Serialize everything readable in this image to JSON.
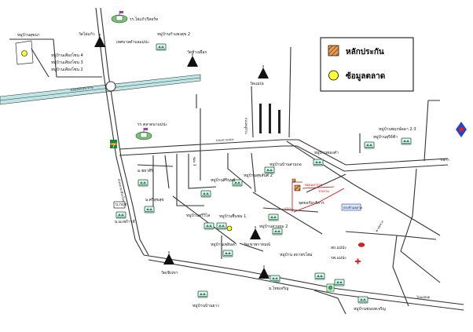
{
  "map": {
    "legend": {
      "item1_label": "หลักประกัน",
      "item2_label": "ซ้อมูลตลาด",
      "item1_color": "#c8641e",
      "item2_color": "#ffff33"
    },
    "canal_label": "คลองชลประทาน",
    "labels": {
      "school_top": "รร.ไผ่แก้วรีสอร์ท",
      "temple_top": "วัดไผ่แก้ว",
      "gov_office": "เทศบาลตำบลแม่ปะ",
      "village_top_right": "หมู่บ้านกำแพงสุข 2",
      "temple_right": "วัดช้างเผือก",
      "village_left_top": "หมู่บ้านสุขนา",
      "v_kiang_4": "หมู่บ้านเคียงโซน 4",
      "v_kiang_3": "หมู่บ้านเคียงโซน 3",
      "v_kiang_2": "หมู่บ้านเคียงโซน 2",
      "temple_mid": "วัดแม่ปะ",
      "school_mid": "รร.ตลาดนาแม่ปะ",
      "v_right_1": "หมู่บ้านพฤกษ์ลดา 2-3",
      "v_right_2": "หมู่บ้านสุรีย์ฟ้า",
      "v_center_1": "หมู่บ้านทองคำ",
      "v_center_2": "หมู่บ้านบ้านสวนกอ",
      "v_center_3": "หมู่บ้านสุขสันต์ 2",
      "v_center_4": "หมู่บ้านศิริบุษย์",
      "v_chayasiri": "ม.ชยาสิริ",
      "v_saensuk": "ม.ศรีสุขสุข",
      "v_ban_w": "บ.กฤช",
      "v_maphraw": "ม.มะพร้าวดี",
      "v_sriwilai": "หมู่บ้านศรีวิไล",
      "v_chuenchom": "หมู่บ้านชื่นชม 1",
      "v_suanyom": "หมู่บ้านสวนยม 2",
      "v_ploenta": "หมู่บ้านเพลินตา",
      "market_office": "จุดขอรับบริการ",
      "temple_khao": "วัดเขาพราหมณ์",
      "v_sathaphon": "หมู่บ้าน สถาพรโฮม",
      "hosp_1": "สถ.แม่ปะ",
      "hosp_2": "รพ.แม่ปะ",
      "temple_bottom": "วัดเชิงเขา",
      "v_bottom_1": "ม.ไทยเจริญ",
      "v_bottom_2": "หมู่บ้านบ้านยาว",
      "v_bottom_right": "หมู่บ้านชนบทเจริญ",
      "road_top": "ถนนนาแม่ปะ",
      "road_mid": "ถนนสายเชียงใหม่",
      "road_east": "ทางหลวง",
      "road_bottom_right": "ไปแม่สอด",
      "road_r": "ไปตาก",
      "road_v1": "ถนนหมู่บ้าน",
      "road_v2": "ซอย 3",
      "red_label_1": "ซอยมหาราช",
      "red_label_2": "รายงาน",
      "red_label_3": "110 ม.",
      "red_label_4": "ตรงข้ามตลาด",
      "seven_eleven": "7"
    }
  }
}
